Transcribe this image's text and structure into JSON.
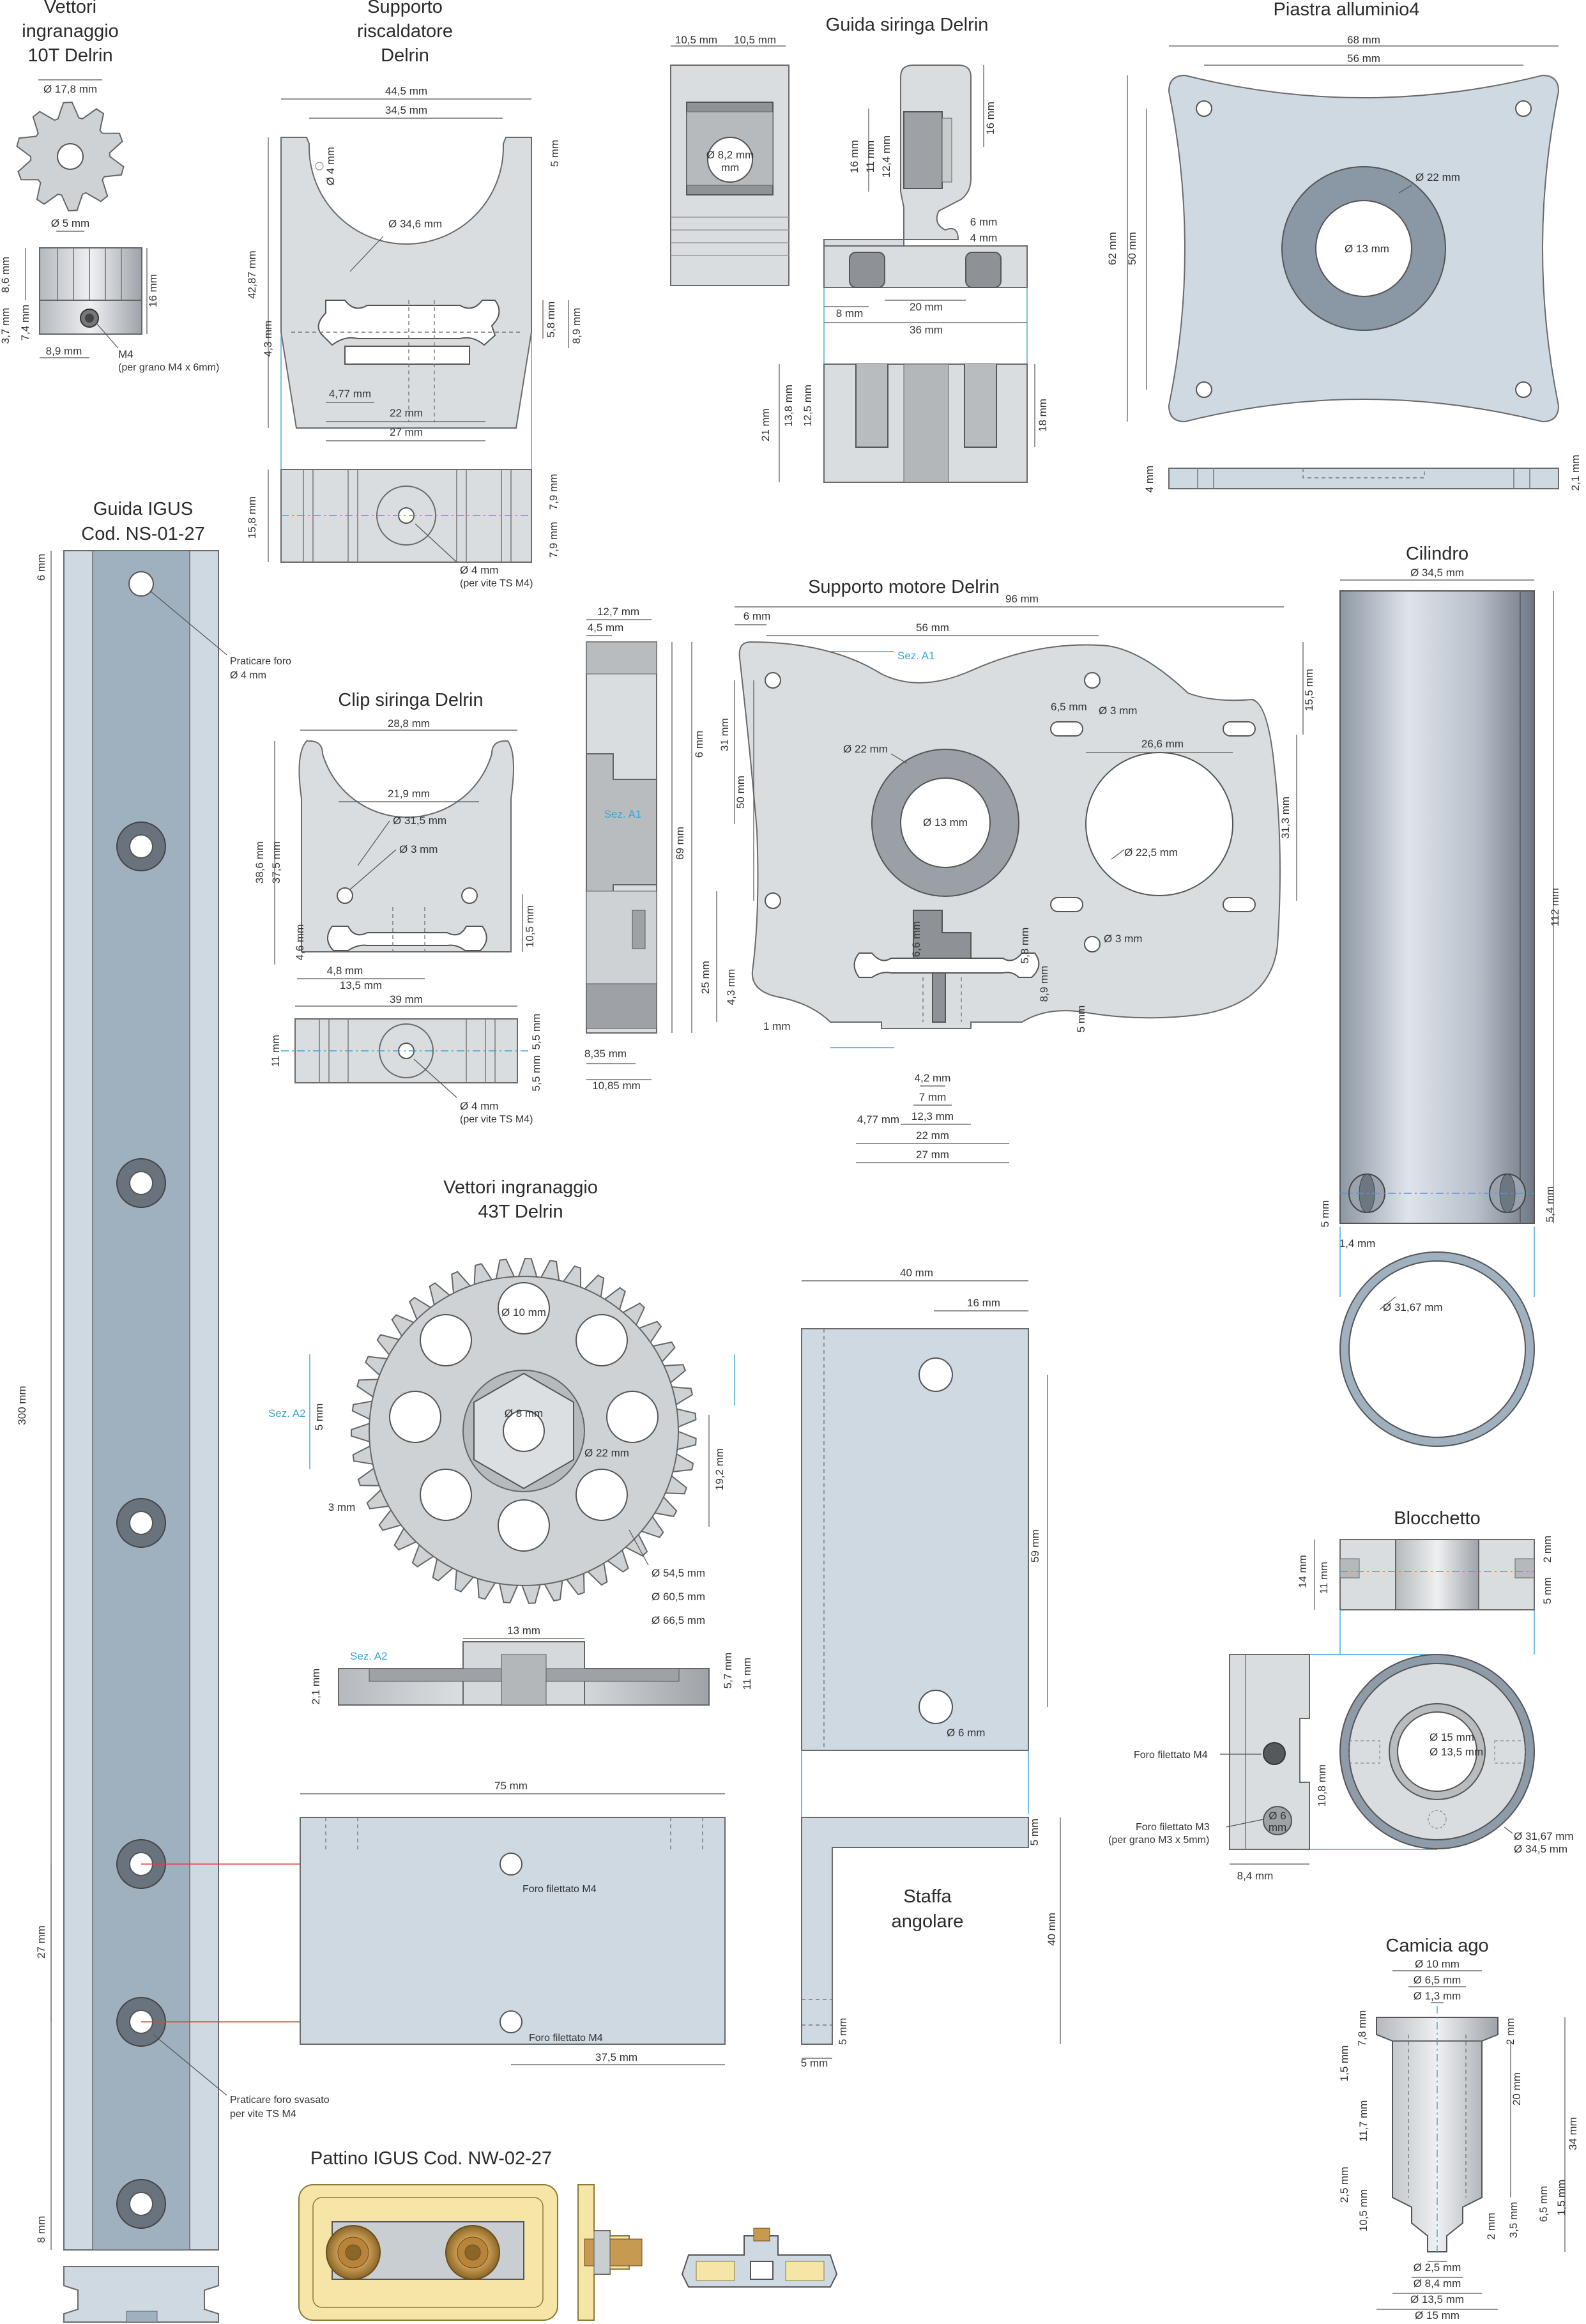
{
  "titles": {
    "gear10": [
      "Vettori",
      "ingranaggio",
      "10T Delrin"
    ],
    "heater": [
      "Supporto",
      "riscaldatore",
      "Delrin"
    ],
    "syringe_guide": "Guida siringa Delrin",
    "plate": "Piastra alluminio4",
    "igus_rail": [
      "Guida IGUS",
      "Cod. NS-01-27"
    ],
    "clip": "Clip siringa Delrin",
    "motor": "Supporto motore Delrin",
    "cylinder": "Cilindro",
    "gear43": [
      "Vettori ingranaggio",
      "43T Delrin"
    ],
    "block": "Blocchetto",
    "bracket": [
      "Staffa",
      "angolare"
    ],
    "needle": "Camicia ago",
    "slider": "Pattino IGUS Cod. NW-02-27"
  },
  "gear10": {
    "d_outer": "Ø 17,8 mm",
    "d_bore": "Ø 5 mm",
    "h1": "8,6 mm",
    "h2": "16 mm",
    "h3": "3,7 mm",
    "h4": "7,4 mm",
    "w": "8,9 mm",
    "grub": "M4",
    "grub_note": "(per grano M4 x 6mm)"
  },
  "heater": {
    "w_total": "44,5 mm",
    "w_inner": "34,5 mm",
    "hole": "Ø 4 mm",
    "gap": "5 mm",
    "bore": "Ø 34,6 mm",
    "h_total": "42,87 mm",
    "h_low": "4,3 mm",
    "d1": "5,8 mm",
    "d2": "8,9 mm",
    "s1": "4,77 mm",
    "s2": "22 mm",
    "s3": "27 mm",
    "side_h": "15,8 mm",
    "side_a": "7,9 mm",
    "side_b": "7,9 mm",
    "screw": "Ø 4 mm",
    "screw_note": "(per vite TS M4)"
  },
  "syringe_guide": {
    "a": "10,5 mm",
    "b": "10,5 mm",
    "bore": "Ø 8,2 mm",
    "h16": "16 mm",
    "h16b": "16 mm",
    "h11": "11 mm",
    "h124": "12,4 mm",
    "w6": "6 mm",
    "w4": "4 mm",
    "w20": "20 mm",
    "w8": "8 mm",
    "w36": "36 mm",
    "h21": "21 mm",
    "h138": "13,8 mm",
    "h125": "12,5 mm",
    "h18": "18 mm"
  },
  "plate": {
    "w68": "68 mm",
    "w56": "56 mm",
    "d22": "Ø 22 mm",
    "d13": "Ø 13 mm",
    "h62": "62 mm",
    "h50": "50 mm",
    "t4": "4 mm",
    "t21": "2,1 mm"
  },
  "igus_rail": {
    "top": "6 mm",
    "drill": "Praticare foro",
    "drill_d": "Ø 4 mm",
    "length": "300 mm",
    "pitch": "27 mm",
    "bottom": "8 mm",
    "csk": "Praticare foro svasato",
    "csk_note": "per vite TS M4"
  },
  "clip": {
    "w288": "28,8 mm",
    "w219": "21,9 mm",
    "d315": "Ø 31,5 mm",
    "d3": "Ø 3 mm",
    "h386": "38,6 mm",
    "h375": "37,5 mm",
    "h46": "4,6 mm",
    "w48": "4,8 mm",
    "w135": "13,5 mm",
    "h105": "10,5 mm",
    "w39": "39 mm",
    "h11": "11 mm",
    "h55a": "5,5 mm",
    "h55b": "5,5 mm",
    "screw": "Ø 4 mm",
    "screw_note": "(per vite TS M4)"
  },
  "motor": {
    "w96": "96 mm",
    "w6": "6 mm",
    "w56": "56 mm",
    "sec": "Sez. A1",
    "h6": "6 mm",
    "h155": "15,5 mm",
    "w65": "6,5 mm",
    "d3a": "Ø 3 mm",
    "h31": "31 mm",
    "d22": "Ø 22 mm",
    "w266": "26,6 mm",
    "d13": "Ø 13 mm",
    "h50": "50 mm",
    "h69": "69 mm",
    "d225": "Ø 22,5 mm",
    "h313": "31,3 mm",
    "h66": "6,6 mm",
    "d3b": "Ø 3 mm",
    "h25": "25 mm",
    "h43": "4,3 mm",
    "h58": "5,8 mm",
    "h89": "8,9 mm",
    "w1": "1 mm",
    "h5": "5 mm",
    "w42": "4,2 mm",
    "w7": "7 mm",
    "w123": "12,3 mm",
    "w477": "4,77 mm",
    "w22": "22 mm",
    "w27": "27 mm",
    "side_w127": "12,7 mm",
    "side_w45": "4,5 mm",
    "side_sec": "Sez. A1",
    "side_835": "8,35 mm",
    "side_1085": "10,85 mm"
  },
  "cylinder": {
    "d345": "Ø 34,5 mm",
    "h112": "112 mm",
    "h5": "5 mm",
    "h54": "5,4 mm",
    "w14": "1,4 mm",
    "d3167": "Ø 31,67 mm"
  },
  "gear43": {
    "d10": "Ø 10 mm",
    "sec": "Sez. A2",
    "d8": "Ø 8 mm",
    "d22": "Ø 22 mm",
    "h5": "5 mm",
    "h192": "19,2 mm",
    "w3": "3 mm",
    "d545": "Ø 54,5 mm",
    "d605": "Ø 60,5 mm",
    "d665": "Ø 66,5 mm",
    "w13": "13 mm",
    "sec2": "Sez. A2",
    "h21": "2,1 mm",
    "h57": "5,7 mm",
    "h11": "11 mm"
  },
  "bracket": {
    "w40": "40 mm",
    "w16": "16 mm",
    "h59": "59 mm",
    "d6": "Ø 6 mm",
    "w75": "75 mm",
    "tap1": "Foro filettato M4",
    "tap2": "Foro filettato M4",
    "h5": "5 mm",
    "h40": "40 mm",
    "w375": "37,5 mm",
    "h5b": "5 mm",
    "w5": "5 mm"
  },
  "block": {
    "h14": "14 mm",
    "h11": "11 mm",
    "h2": "2 mm",
    "h5": "5 mm",
    "tapM4": "Foro filettato M4",
    "d15": "Ø 15 mm",
    "d135": "Ø 13,5 mm",
    "h108": "10,8 mm",
    "tapM3": "Foro filettato M3",
    "tapM3_note": "(per grano M3 x 5mm)",
    "d6": "Ø 6",
    "d6b": "mm",
    "d3167": "Ø 31,67 mm",
    "d345": "Ø 34,5 mm",
    "w84": "8,4 mm"
  },
  "needle": {
    "d10": "Ø 10 mm",
    "d65": "Ø 6,5 mm",
    "d13": "Ø 1,3 mm",
    "h78": "7,8 mm",
    "h2": "2 mm",
    "h15": "1,5 mm",
    "h20": "20 mm",
    "h117": "11,7 mm",
    "h34": "34 mm",
    "h25": "2,5 mm",
    "h105": "10,5 mm",
    "h65": "6,5 mm",
    "h15b": "1,5 mm",
    "h35": "3,5 mm",
    "h2b": "2 mm",
    "d25": "Ø 2,5 mm",
    "d84": "Ø 8,4 mm",
    "d135": "Ø 13,5 mm",
    "d15": "Ø 15 mm"
  },
  "colors": {
    "part": "#dadde0",
    "rail": "#cfd9e2",
    "accent_line": "#3aa6d6",
    "red_line": "#e04040",
    "brass": "#c79a52",
    "yellow": "#f5e6a8"
  }
}
